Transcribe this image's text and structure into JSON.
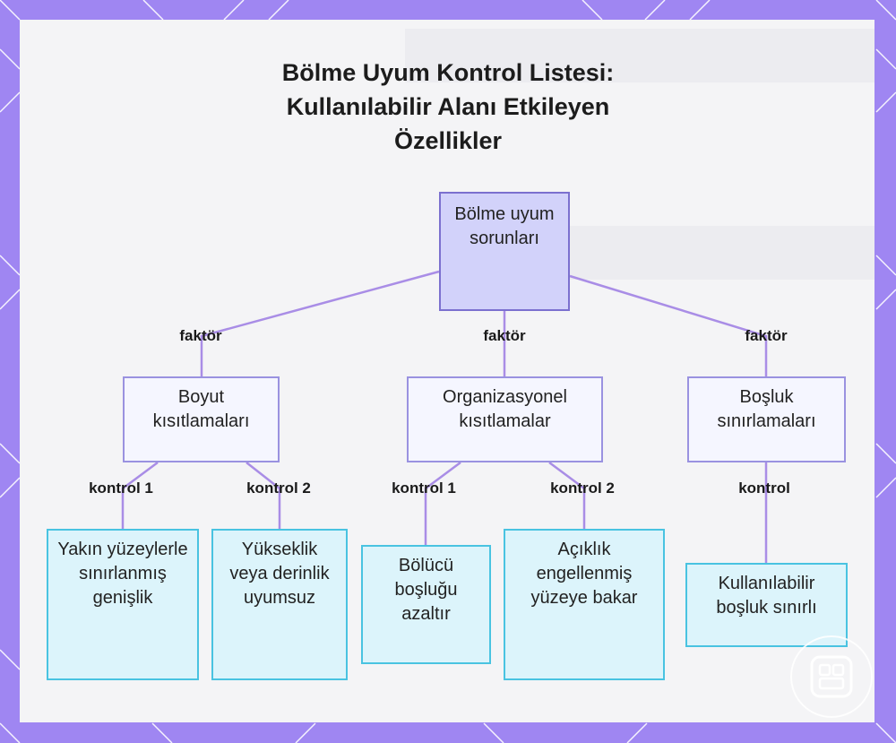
{
  "title": {
    "line1": "Bölme Uyum Kontrol Listesi:",
    "line2": "Kullanılabilir Alanı Etkileyen",
    "line3": "Özellikler"
  },
  "nodes": {
    "root": "Bölme uyum sorunları",
    "size": "Boyut kısıtlamaları",
    "org": "Organizasyonel kısıtlamalar",
    "space": "Boşluk sınırlamaları",
    "leaf1": "Yakın yüzeylerle sınırlanmış genişlik",
    "leaf2": "Yükseklik veya derinlik uyumsuz",
    "leaf3": "Bölücü boşluğu azaltır",
    "leaf4": "Açıklık engellenmiş yüzeye bakar",
    "leaf5": "Kullanılabilir boşluk sınırlı"
  },
  "edges": {
    "factor1": "faktör",
    "factor2": "faktör",
    "factor3": "faktör",
    "check1": "kontrol 1",
    "check2": "kontrol 2",
    "check3": "kontrol 1",
    "check4": "kontrol 2",
    "check5": "kontrol"
  },
  "colors": {
    "frame": "#9f86f2",
    "connector": "#a98de6",
    "root_fill": "#d2d2fa",
    "leaf_fill": "#dcf4fb",
    "leaf_border": "#49c3e1"
  },
  "icons": {
    "logo": "grid-logo-icon"
  }
}
